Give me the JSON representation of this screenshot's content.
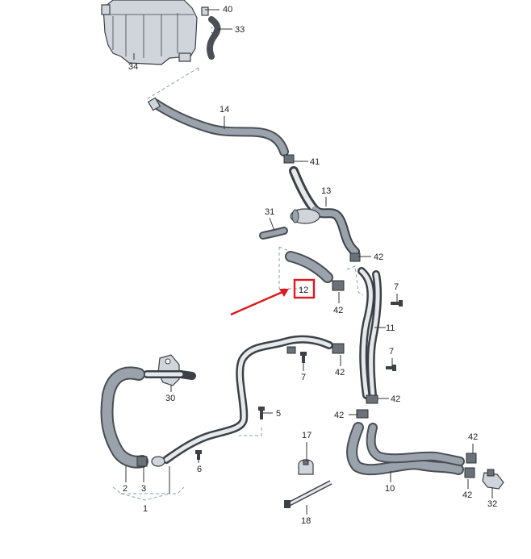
{
  "diagram": {
    "highlight_color": "#e0191e",
    "labels": {
      "p1": "1",
      "p2": "2",
      "p3": "3",
      "p5": "5",
      "p6": "6",
      "p7a": "7",
      "p7b": "7",
      "p7c": "7",
      "p10": "10",
      "p11": "11",
      "p12": "12",
      "p13": "13",
      "p14": "14",
      "p17": "17",
      "p18": "18",
      "p30": "30",
      "p31": "31",
      "p32": "32",
      "p33": "33",
      "p34": "34",
      "p40": "40",
      "p41": "41",
      "p42a": "42",
      "p42b": "42",
      "p42c": "42",
      "p42d": "42",
      "p42e": "42",
      "p42f": "42",
      "p42g": "42"
    }
  }
}
